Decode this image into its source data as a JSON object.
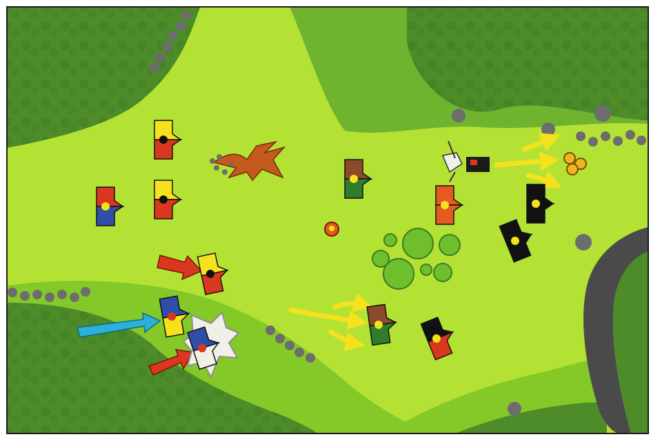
{
  "map": {
    "colors": {
      "grass_light": "#b3e234",
      "grass_mid": "#84c928",
      "woods_dark": "#4d8c29",
      "woods_mid": "#67a92c",
      "rock": "#6d6d6d",
      "cliff": "#4a4a4a",
      "frame": "#1b1b1b"
    }
  },
  "units": [
    {
      "id": "tl-red-yellow-flag-1",
      "colors": [
        "#f6e21c",
        "#d9371f"
      ],
      "icon": "black-eagle-icon"
    },
    {
      "id": "tl-blue-red-flag",
      "colors": [
        "#d9371f",
        "#2f4ea8"
      ],
      "icon": "yellow-lion-icon"
    },
    {
      "id": "tl-red-yellow-flag-2",
      "colors": [
        "#f6e21c",
        "#d9371f"
      ],
      "icon": "black-eagle-icon"
    },
    {
      "id": "mid-brown-green-flag-1",
      "colors": [
        "#8b4a2a",
        "#2f7d2b"
      ],
      "icon": "yellow-star-icon"
    },
    {
      "id": "mid-red-yellow-flag-3",
      "colors": [
        "#f6e21c",
        "#d9371f"
      ],
      "icon": "black-eagle-icon"
    },
    {
      "id": "bl-blue-yellow-flag",
      "colors": [
        "#2f4ea8",
        "#f6e21c"
      ],
      "icon": "red-star-icon"
    },
    {
      "id": "bl-engaged-blue-flag",
      "colors": [
        "#2f4ea8",
        "#f0efe8"
      ],
      "icon": "red-star-icon"
    },
    {
      "id": "bm-brown-green-flag-2",
      "colors": [
        "#8b4a2a",
        "#2f7d2b"
      ],
      "icon": "yellow-star-icon"
    },
    {
      "id": "br-black-red-flag",
      "colors": [
        "#111111",
        "#d9371f"
      ],
      "icon": "yellow-star-icon"
    },
    {
      "id": "r-orange-flag",
      "colors": [
        "#e55a22",
        "#e55a22"
      ],
      "icon": "yellow-face-icon"
    },
    {
      "id": "r-black-flag-1",
      "colors": [
        "#111111",
        "#111111"
      ],
      "icon": "yellow-face-icon"
    },
    {
      "id": "r-black-flag-2",
      "colors": [
        "#111111",
        "#111111"
      ],
      "icon": "yellow-face-icon"
    }
  ]
}
